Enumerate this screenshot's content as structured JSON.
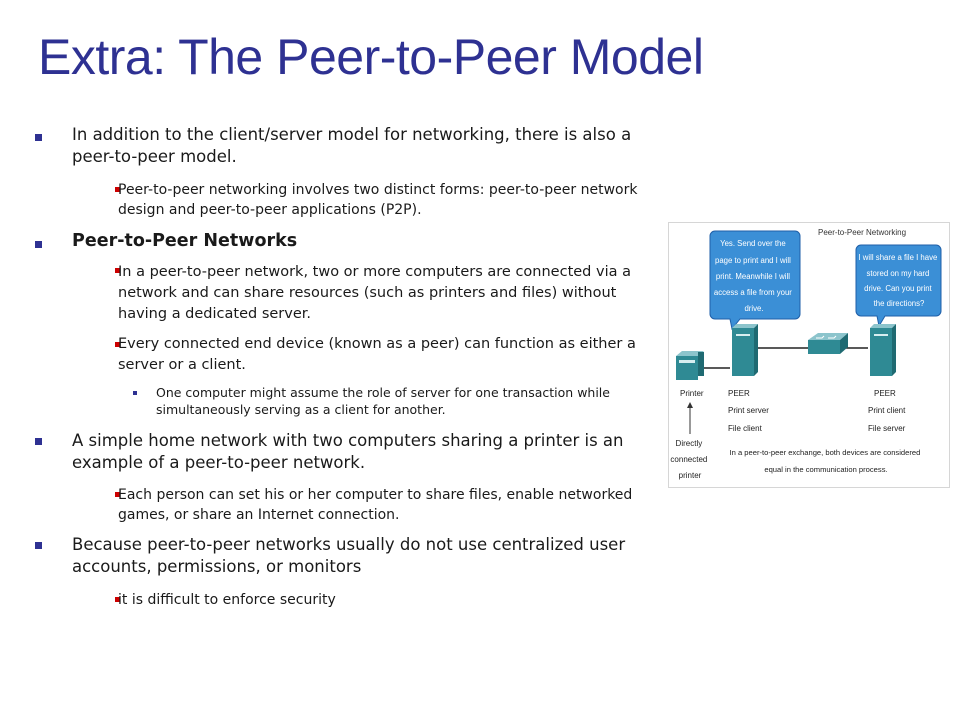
{
  "slide": {
    "title": "Extra: The Peer-to-Peer Model",
    "bullets": [
      {
        "text": "In addition to the client/server model for networking, there is also a peer-to-peer model."
      },
      {
        "text": "Peer-to-peer networking involves two distinct forms: peer-to-peer network design and peer-to-peer applications (P2P)."
      },
      {
        "text": "Peer-to-Peer Networks"
      },
      {
        "text": "In a peer-to-peer network, two or more computers are connected via a network and can share resources (such as printers and files) without having a dedicated server."
      },
      {
        "text": "Every connected end device (known as a peer) can function as either a server or a client."
      },
      {
        "text": "One computer might assume  the role of server for one transaction while simultaneously serving as a client for another."
      },
      {
        "text": "A simple home network with two computers sharing a printer is an example of a peer-to-peer network."
      },
      {
        "text": "Each person can set his or her computer to share files, enable networked games, or share an Internet connection."
      },
      {
        "text": "Because peer-to-peer networks usually do not use centralized user accounts, permissions, or monitors"
      },
      {
        "text": "it is difficult to enforce security"
      }
    ]
  },
  "figure": {
    "title": "Peer-to-Peer Networking",
    "bubble_left": [
      "Yes. Send over the",
      "page to print and I will",
      "print. Meanwhile I will",
      "access a file from your",
      "drive."
    ],
    "bubble_right": [
      "I will share a file I have",
      "stored on my hard",
      "drive. Can you print",
      "the directions?"
    ],
    "printer_label": "Printer",
    "peer_left": {
      "name": "PEER",
      "roles": [
        "Print server",
        "File client"
      ]
    },
    "peer_right": {
      "name": "PEER",
      "roles": [
        "Print client",
        "File server"
      ]
    },
    "printer_note": [
      "Directly",
      "connected",
      "printer"
    ],
    "caption": [
      "In a peer-to-peer exchange, both devices are considered",
      "equal in the communication process."
    ],
    "colors": {
      "bubble": "#3b8fd6",
      "device": "#2f8a94"
    }
  }
}
